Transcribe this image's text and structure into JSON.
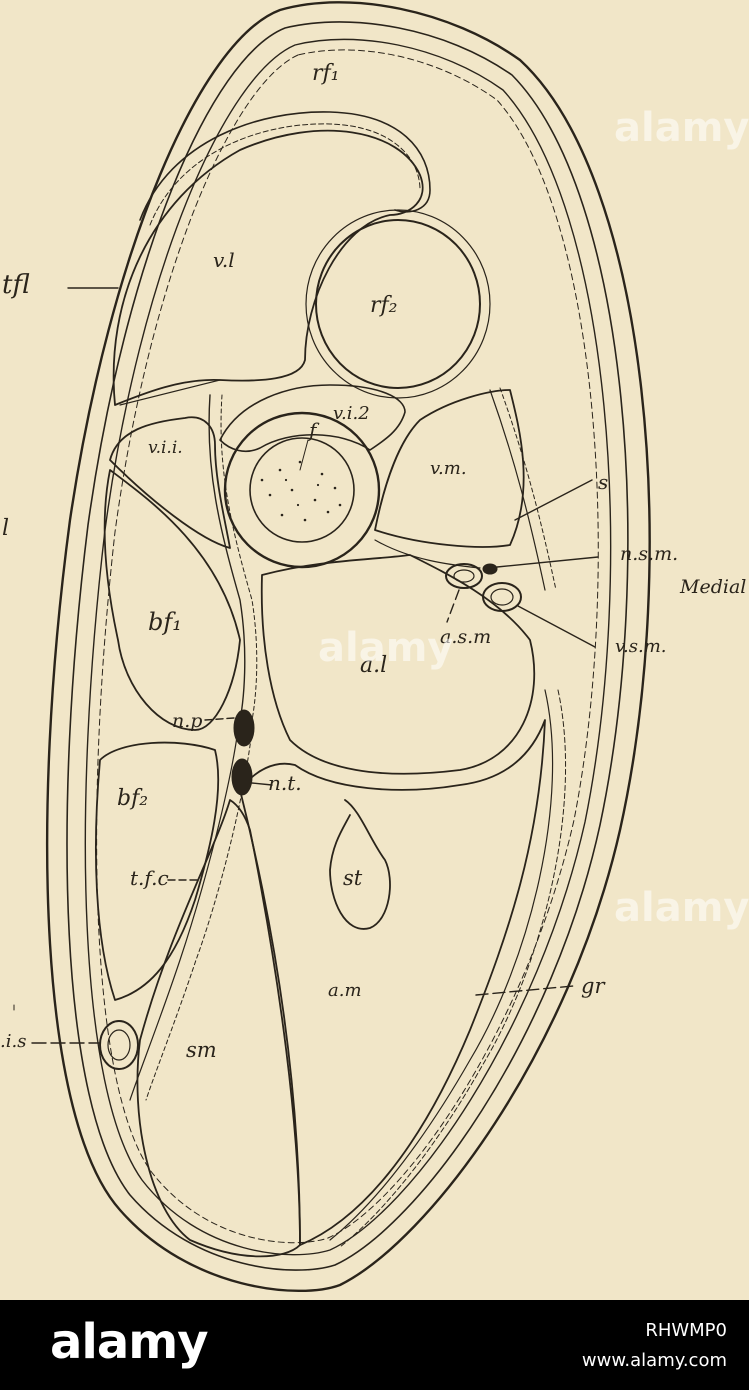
{
  "diagram": {
    "labels": {
      "rf1": "rf₁",
      "vl": "v.l",
      "tfl": "tfl",
      "rf2": "rf₂",
      "vi2": "v.i.2",
      "vi1": "v.i.i.",
      "f": "f",
      "vm": "v.m.",
      "s": "s",
      "nsm": "n.s.m.",
      "medial": "Medial",
      "bf1": "bf₁",
      "asm": "a.s.m",
      "vsm": "v.s.m.",
      "al": "a.l",
      "np": "n.p",
      "nt": "n.t.",
      "bf2": "bf₂",
      "tfc": "t.f.c",
      "st": "st",
      "am": "a.m",
      "gr": "gr",
      "is": ".i.s",
      "sm": "sm",
      "left_edge_l": "l"
    }
  },
  "watermarks": [
    "alamy",
    "alamy",
    "alamy"
  ],
  "footer": {
    "logo": "alamy",
    "image_id": "RHWMP0",
    "site": "www.alamy.com"
  },
  "colors": {
    "paper": "#f1e6c8",
    "ink": "#2a241b",
    "footer_bg": "#000000"
  }
}
